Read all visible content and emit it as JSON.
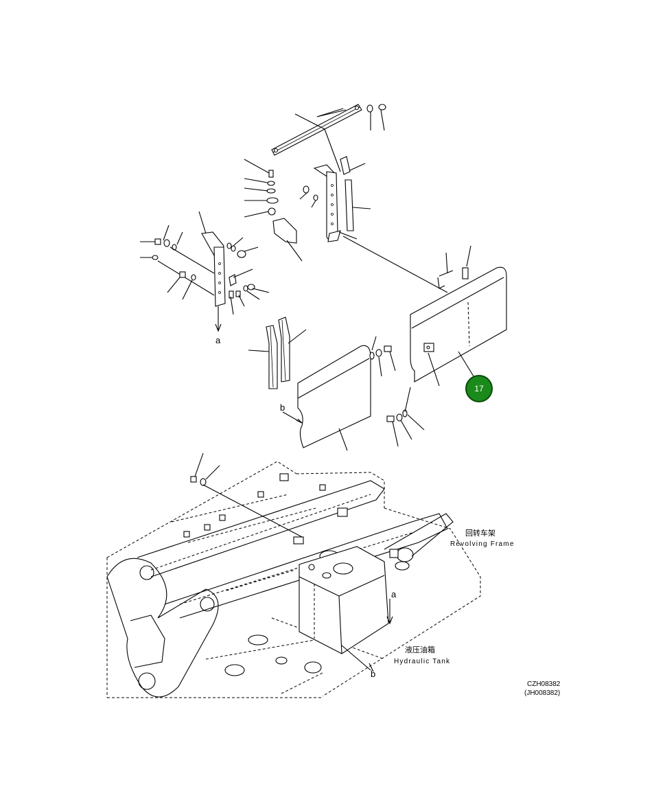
{
  "callout": {
    "number": "17",
    "color": "#1a8a1a",
    "ring_color": "#0a4a0a"
  },
  "labels": {
    "a_upper": "a",
    "b_left": "b",
    "a_lower": "a",
    "b_lower": "b"
  },
  "revolving_frame": {
    "cn": "回转车架",
    "en": "Revolving Frame"
  },
  "hydraulic_tank": {
    "cn": "液压油箱",
    "en": "Hydraulic Tank"
  },
  "drawing_code": {
    "primary": "CZH08382",
    "secondary": "(JH008382)"
  }
}
